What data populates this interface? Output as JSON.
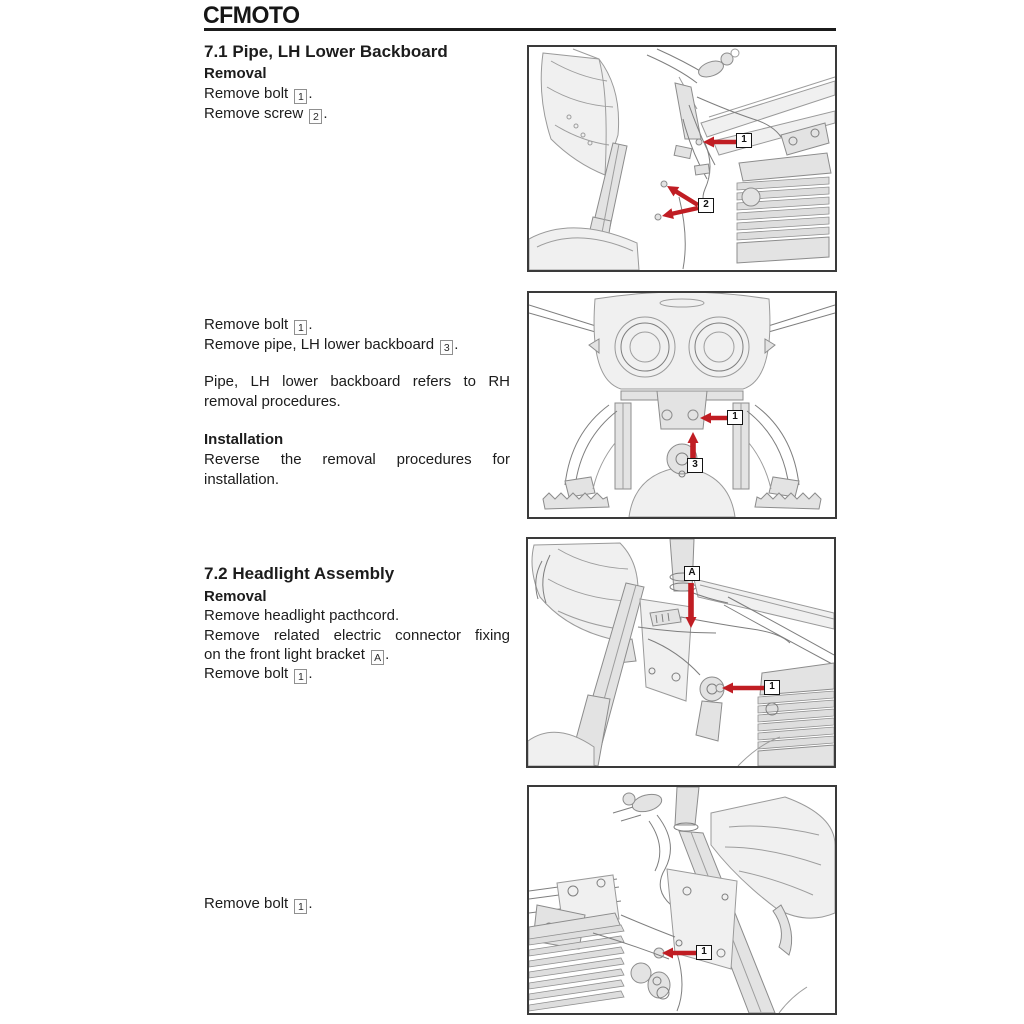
{
  "header": {
    "brand": "CFMOTO"
  },
  "colors": {
    "arrow_red": "#c01d23",
    "label_border": "#141414",
    "figure_border": "#3a3a3a",
    "text": "#1c1c1c"
  },
  "sections": {
    "s71": {
      "title": "7.1 Pipe, LH Lower Backboard",
      "removal": "Removal",
      "bolt_pre": "Remove bolt ",
      "bolt_ref": "1",
      "screw_pre": "Remove screw ",
      "screw_ref": "2",
      "dot": "."
    },
    "s71b": {
      "bolt_pre": "Remove bolt ",
      "bolt_ref": "1",
      "pipe_pre": "Remove pipe, LH lower backboard ",
      "pipe_ref": "3",
      "dot": ".",
      "note1": "Pipe, LH lower backboard refers to RH",
      "note2": "removal procedures.",
      "installation": "Installation",
      "inst1": "Reverse the removal procedures for",
      "inst2": "installation."
    },
    "s72": {
      "title": "7.2 Headlight Assembly",
      "removal": "Removal",
      "patchcord": "Remove headlight pacthcord.",
      "conn1": "Remove related electric connector fixing",
      "conn2_pre": "on the front light bracket ",
      "conn2_ref": "A",
      "bolt_pre": "Remove bolt ",
      "bolt_ref": "1",
      "dot": "."
    },
    "s72b": {
      "bolt_pre": "Remove bolt ",
      "bolt_ref": "1",
      "dot": "."
    }
  },
  "figures": {
    "fig1": {
      "labels": {
        "n1": "1",
        "n2": "2"
      }
    },
    "fig2": {
      "labels": {
        "n1": "1",
        "n3": "3"
      }
    },
    "fig3": {
      "labels": {
        "nA": "A",
        "n1": "1"
      }
    },
    "fig4": {
      "labels": {
        "n1": "1"
      }
    }
  }
}
